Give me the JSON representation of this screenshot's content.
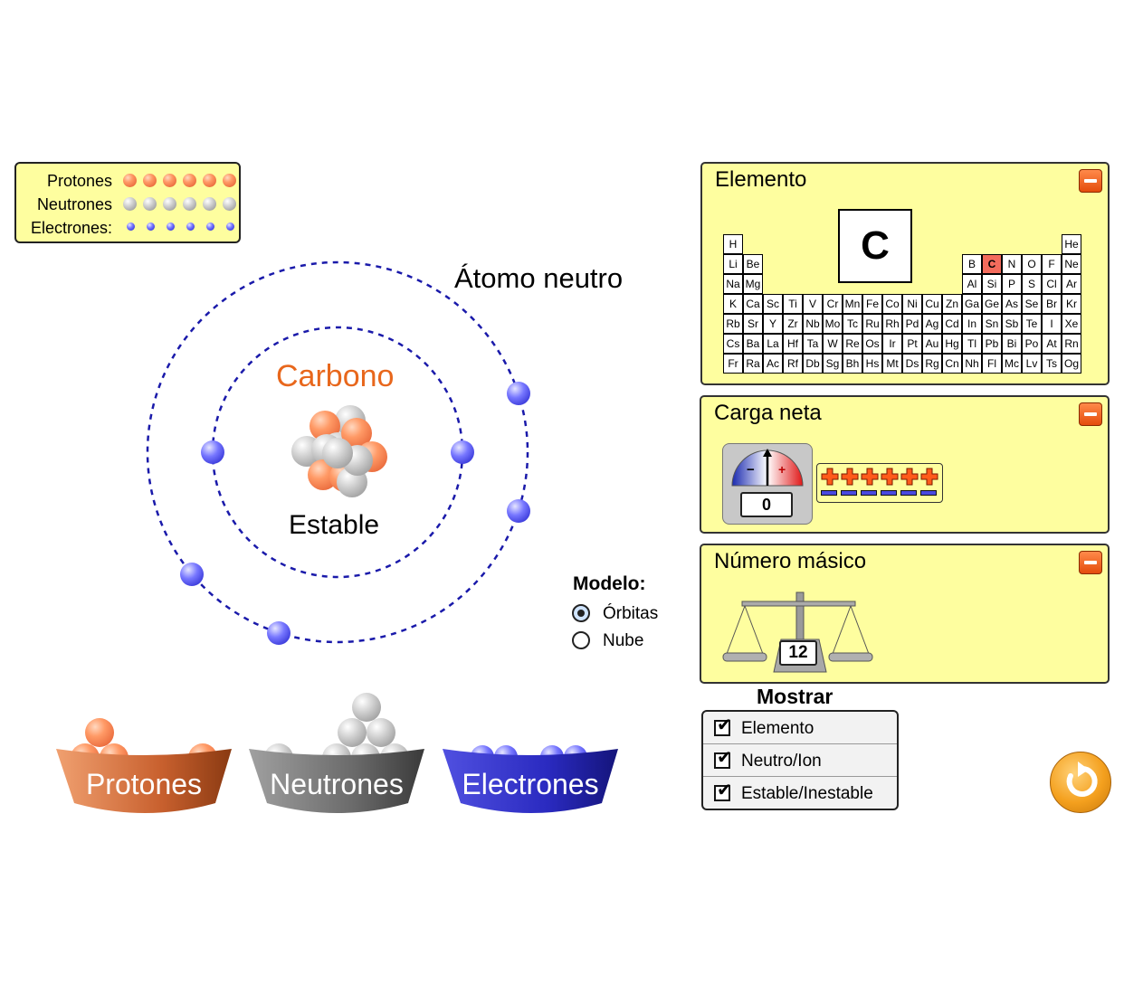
{
  "legend": {
    "protons_label": "Protones",
    "neutrons_label": "Neutrones",
    "electrons_label": "Electrones:",
    "protons_count": 6,
    "neutrons_count": 6,
    "electrons_count": 6
  },
  "atom": {
    "status_label": "Átomo neutro",
    "element_name": "Carbono",
    "stability_label": "Estable",
    "inner_shell_electrons": 2,
    "outer_shell_electrons": 4
  },
  "model": {
    "title": "Modelo:",
    "options": [
      "Órbitas",
      "Nube"
    ],
    "selected": "Órbitas"
  },
  "buckets": {
    "protons": "Protones",
    "neutrons": "Neutrones",
    "electrons": "Electrones"
  },
  "element_panel": {
    "title": "Elemento",
    "symbol": "C",
    "selected_symbol": "C",
    "table_rows": [
      [
        "H",
        "",
        "",
        "",
        "",
        "",
        "",
        "",
        "",
        "",
        "",
        "",
        "",
        "",
        "",
        "",
        "",
        "He"
      ],
      [
        "Li",
        "Be",
        "",
        "",
        "",
        "",
        "",
        "",
        "",
        "",
        "",
        "",
        "B",
        "C",
        "N",
        "O",
        "F",
        "Ne"
      ],
      [
        "Na",
        "Mg",
        "",
        "",
        "",
        "",
        "",
        "",
        "",
        "",
        "",
        "",
        "Al",
        "Si",
        "P",
        "S",
        "Cl",
        "Ar"
      ],
      [
        "K",
        "Ca",
        "Sc",
        "Ti",
        "V",
        "Cr",
        "Mn",
        "Fe",
        "Co",
        "Ni",
        "Cu",
        "Zn",
        "Ga",
        "Ge",
        "As",
        "Se",
        "Br",
        "Kr"
      ],
      [
        "Rb",
        "Sr",
        "Y",
        "Zr",
        "Nb",
        "Mo",
        "Tc",
        "Ru",
        "Rh",
        "Pd",
        "Ag",
        "Cd",
        "In",
        "Sn",
        "Sb",
        "Te",
        "I",
        "Xe"
      ],
      [
        "Cs",
        "Ba",
        "La",
        "Hf",
        "Ta",
        "W",
        "Re",
        "Os",
        "Ir",
        "Pt",
        "Au",
        "Hg",
        "Tl",
        "Pb",
        "Bi",
        "Po",
        "At",
        "Rn"
      ],
      [
        "Fr",
        "Ra",
        "Ac",
        "Rf",
        "Db",
        "Sg",
        "Bh",
        "Hs",
        "Mt",
        "Ds",
        "Rg",
        "Cn",
        "Nh",
        "Fl",
        "Mc",
        "Lv",
        "Ts",
        "Og"
      ]
    ]
  },
  "charge_panel": {
    "title": "Carga neta",
    "value": "0",
    "meter_minus": "−",
    "meter_plus": "+",
    "plus_count": 6,
    "minus_count": 6
  },
  "mass_panel": {
    "title": "Número másico",
    "value": "12"
  },
  "show": {
    "title": "Mostrar",
    "items": [
      {
        "label": "Elemento",
        "checked": true
      },
      {
        "label": "Neutro/Ion",
        "checked": true
      },
      {
        "label": "Estable/Inestable",
        "checked": true
      }
    ]
  },
  "colors": {
    "panel_bg": "#fefe9f",
    "proton": "#ff8a55",
    "neutron": "#bdbdbd",
    "electron": "#4a4aff",
    "element_name": "#e8671c",
    "orbit": "#1a1aaa",
    "selected_cell": "#f36b5c"
  },
  "icons": {
    "reset": "reset-arrow-icon",
    "minimize": "minimize-icon"
  }
}
